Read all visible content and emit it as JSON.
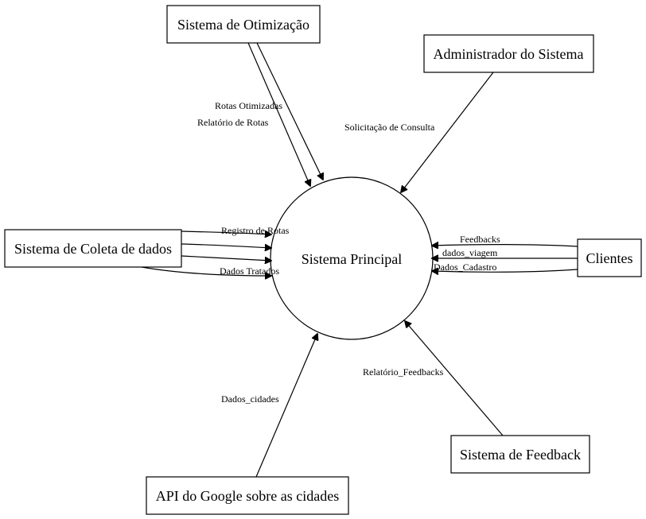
{
  "diagram": {
    "center": {
      "label": "Sistema Principal"
    },
    "nodes": {
      "otimizacao": {
        "label": "Sistema de Otimização"
      },
      "admin": {
        "label": "Administrador do Sistema"
      },
      "coleta": {
        "label": "Sistema de Coleta de dados"
      },
      "clientes": {
        "label": "Clientes"
      },
      "feedback": {
        "label": "Sistema de Feedback"
      },
      "google": {
        "label": "API do Google sobre as cidades"
      }
    },
    "edges": {
      "rotas_otimizadas": "Rotas Otimizadas",
      "relatorio_rotas": "Relatório de Rotas",
      "solicitacao_consulta": "Solicitação de Consulta",
      "registro_rotas": "Registro de Rotas",
      "dados_tratados": "Dados Tratados",
      "feedbacks": "Feedbacks",
      "dados_viagem": "dados_viagem",
      "dados_cadastro": "Dados_Cadastro",
      "relatorio_feedbacks": "Relatório_Feedbacks",
      "dados_cidades": "Dados_cidades"
    }
  }
}
